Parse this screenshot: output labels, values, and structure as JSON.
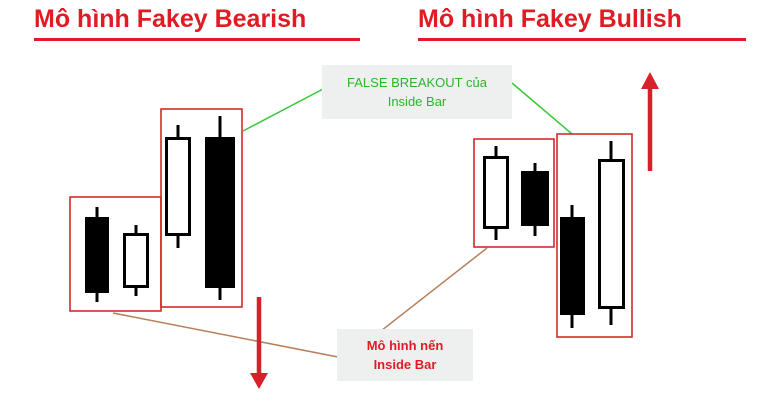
{
  "titles": {
    "bearish": "Mô hình Fakey Bearish",
    "bullish": "Mô hình Fakey Bullish"
  },
  "callouts": {
    "false_breakout_line1": "FALSE BREAKOUT của",
    "false_breakout_line2": "Inside Bar",
    "inside_bar_line1": "Mô hình nến",
    "inside_bar_line2": "Inside Bar"
  },
  "colors": {
    "title_red": "#e01b24",
    "box_red": "#d42a2a",
    "arrow_red": "#d8202a",
    "candle_black": "#000000",
    "leader_green": "#38c838",
    "leader_brown": "#b77f5a",
    "callout_green_text": "#2bb52b",
    "callout_red_text": "#e01b24",
    "callout_bg": "#eef0f0"
  },
  "icons": {
    "bearish_arrow": "arrow-down-icon",
    "bullish_arrow": "arrow-up-icon"
  }
}
